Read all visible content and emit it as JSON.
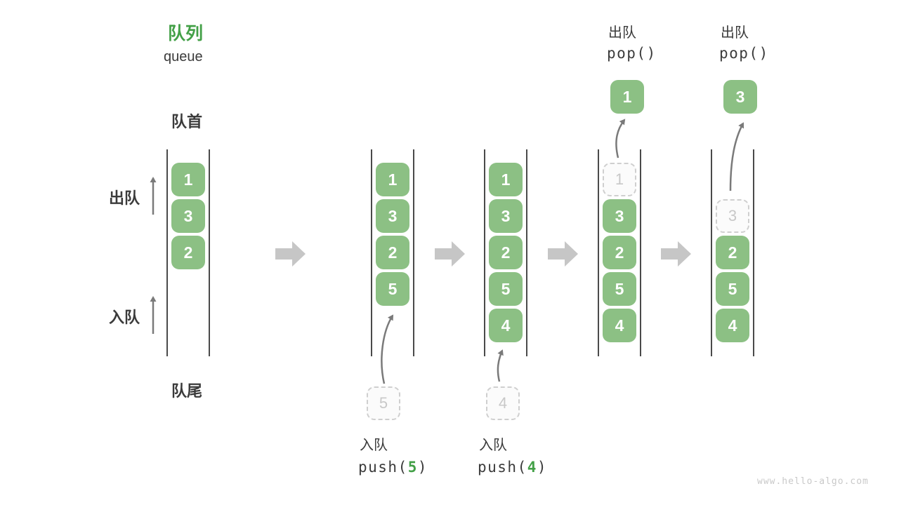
{
  "title": {
    "zh": "队列",
    "en": "queue"
  },
  "side_labels": {
    "front": "队首",
    "rear": "队尾",
    "dequeue": "出队",
    "enqueue": "入队"
  },
  "watermark": "www.hello-algo.com",
  "colors": {
    "item_green": "#8CC084",
    "item_text": "#FFFFFF",
    "accent_green": "#43A047",
    "wall_gray": "#4A4A4A",
    "thin_arrow_gray": "#7A7A7A",
    "block_arrow_gray": "#C6C6C6",
    "ghost_gray": "#C8C8C8",
    "text_dark": "#3B3B3B",
    "watermark_gray": "#C9C9C9"
  },
  "stages": [
    {
      "name": "initial",
      "boxes": [
        "1",
        "3",
        "2"
      ]
    },
    {
      "name": "push-5",
      "boxes": [
        "1",
        "3",
        "2",
        "5"
      ],
      "incoming_value": "5",
      "op": {
        "zh": "入队",
        "fn": "push(",
        "arg": "5",
        "close": ")"
      }
    },
    {
      "name": "push-4",
      "boxes": [
        "1",
        "3",
        "2",
        "5",
        "4"
      ],
      "incoming_value": "4",
      "op": {
        "zh": "入队",
        "fn": "push(",
        "arg": "4",
        "close": ")"
      }
    },
    {
      "name": "pop-1",
      "ghost_value": "1",
      "boxes": [
        "3",
        "2",
        "5",
        "4"
      ],
      "popped_value": "1",
      "op": {
        "zh": "出队",
        "fn": "pop()"
      }
    },
    {
      "name": "pop-3",
      "ghost_value": "3",
      "boxes": [
        "2",
        "5",
        "4"
      ],
      "popped_value": "3",
      "op": {
        "zh": "出队",
        "fn": "pop()"
      }
    }
  ]
}
